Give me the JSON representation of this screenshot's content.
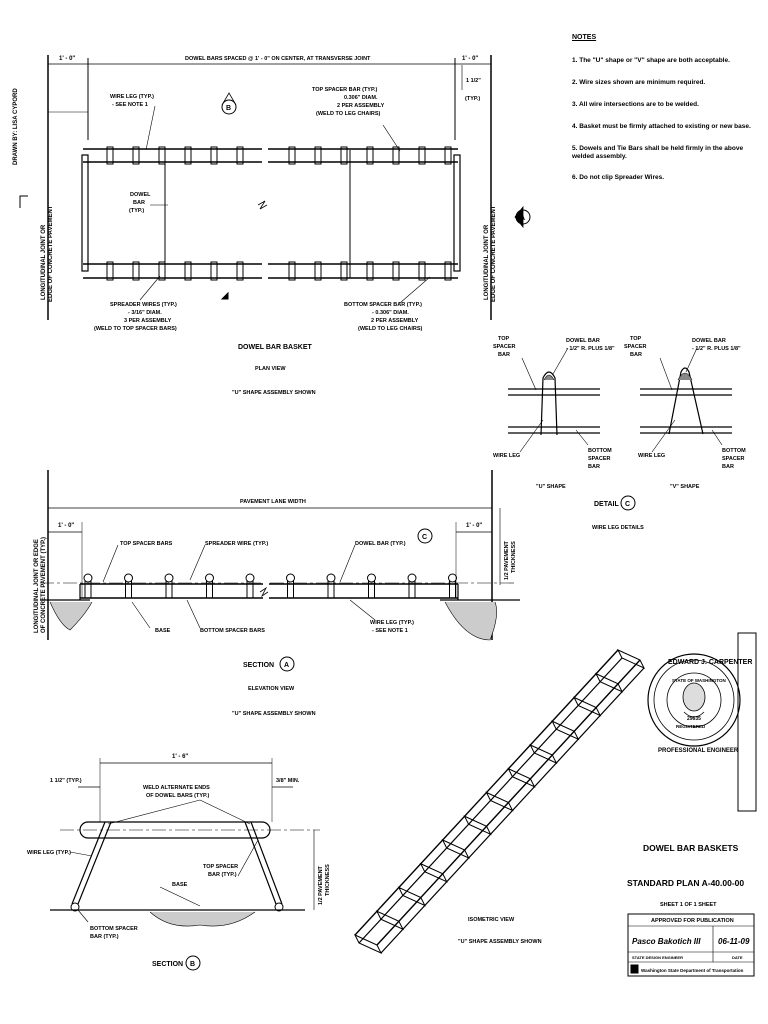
{
  "side_note": "DRAWN BY: LISA CYPORD",
  "notes": {
    "title": "NOTES",
    "items": [
      "1.  The \"U\" shape or \"V\" shape are both acceptable.",
      "2.  Wire sizes shown are minimum required.",
      "3.  All wire intersections are to be welded.",
      "4.  Basket must be firmly attached to existing or new base.",
      "5.  Dowels and Tie Bars shall be held firmly in the above welded assembly.",
      "6.  Do not clip Spreader Wires."
    ]
  },
  "plan": {
    "left_dim": "1' - 0\"",
    "right_dim": "1' - 0\"",
    "spacing": "DOWEL BARS SPACED @ 1' - 0\" ON CENTER, AT TRANSVERSE JOINT",
    "wire_leg": [
      "WIRE LEG (TYP.)",
      "- SEE NOTE 1"
    ],
    "top_spacer": [
      "TOP SPACER BAR (TYP.)",
      "0.306\" DIAM.",
      "2 PER ASSEMBLY",
      "(WELD TO LEG CHAIRS)"
    ],
    "half_in": [
      "1 1/2\"",
      "(TYP.)"
    ],
    "dowel": [
      "DOWEL",
      "BAR",
      "(TYP.)"
    ],
    "left_joint": [
      "LONGITUDINAL JOINT OR",
      "EDGE OF CONCRETE PAVEMENT"
    ],
    "right_joint": [
      "LONGITUDINAL JOINT OR",
      "EDGE OF CONCRETE PAVEMENT"
    ],
    "spreader": [
      "SPREADER WIRES (TYP.)",
      "- 3/16\" DIAM.",
      "3 PER ASSEMBLY",
      "(WELD TO TOP SPACER BARS)"
    ],
    "bottom_spacer": [
      "BOTTOM SPACER BAR (TYP.)",
      "- 0.306\" DIAM.",
      "2 PER ASSEMBLY",
      "(WELD TO LEG CHAIRS)"
    ],
    "title": "DOWEL BAR BASKET",
    "subtitle": "PLAN VIEW",
    "subtitle2": "\"U\" SHAPE ASSEMBLY SHOWN",
    "callout_b": "B",
    "callout_a": "A"
  },
  "detail": {
    "left": {
      "top_spacer": [
        "TOP",
        "SPACER",
        "BAR"
      ],
      "dowel": [
        "DOWEL BAR",
        "- 1/2\" R. PLUS 1/8\""
      ],
      "wire_leg": "WIRE LEG",
      "bottom": [
        "BOTTOM",
        "SPACER",
        "BAR"
      ],
      "shape": "\"U\" SHAPE"
    },
    "right": {
      "top_spacer": [
        "TOP",
        "SPACER",
        "BAR"
      ],
      "dowel": [
        "DOWEL BAR",
        "- 1/2\" R. PLUS 1/8\""
      ],
      "wire_leg": "WIRE LEG",
      "bottom": [
        "BOTTOM",
        "SPACER",
        "BAR"
      ],
      "shape": "\"V\" SHAPE"
    },
    "title": "DETAIL",
    "callout": "C",
    "subtitle": "WIRE LEG DETAILS"
  },
  "section_a": {
    "lane": "PAVEMENT LANE WIDTH",
    "left_dim": "1' - 0\"",
    "right_dim": "1' - 0\"",
    "top_spacer": "TOP SPACER BARS",
    "spreader": "SPREADER WIRE (TYP.)",
    "dowel": "DOWEL BAR (TYP.)",
    "thickness": [
      "1/2 PAVEMENT",
      "THICKNESS"
    ],
    "left_joint": [
      "LONGITUDINAL JOINT OR EDGE",
      "OF CONCRETE PAVEMENT (TYP.)"
    ],
    "base": "BASE",
    "bottom_spacer": "BOTTOM SPACER BARS",
    "wire_leg": [
      "WIRE LEG (TYP.)",
      "- SEE NOTE 1"
    ],
    "title": "SECTION",
    "callout": "A",
    "subtitle": "ELEVATION VIEW",
    "subtitle2": "\"U\" SHAPE ASSEMBLY SHOWN",
    "callout_c": "C"
  },
  "section_b": {
    "width": "1' - 6\"",
    "left_dim": "1 1/2\" (TYP.)",
    "right_dim": "3/8\" MIN.",
    "weld": [
      "WELD ALTERNATE ENDS",
      "OF DOWEL BARS (TYP.)"
    ],
    "wire_leg": "WIRE LEG (TYP.)",
    "top_spacer": [
      "TOP SPACER",
      "BAR (TYP.)"
    ],
    "base": "BASE",
    "thickness": [
      "1/2 PAVEMENT",
      "THICKNESS"
    ],
    "bottom_spacer": [
      "BOTTOM SPACER",
      "BAR (TYP.)"
    ],
    "title": "SECTION",
    "callout": "B"
  },
  "isometric": {
    "title": "ISOMETRIC VIEW",
    "subtitle": "\"U\" SHAPE ASSEMBLY SHOWN"
  },
  "seal": {
    "name": "EDWARD J. CARPENTER",
    "state": "STATE OF WASHINGTON",
    "number": "29635",
    "registered": "REGISTERED",
    "profession": "PROFESSIONAL ENGINEER"
  },
  "title_block": {
    "title": "DOWEL BAR BASKETS",
    "plan": "STANDARD PLAN A-40.00-00",
    "sheet": "SHEET 1 OF 1 SHEET",
    "approved": "APPROVED FOR PUBLICATION",
    "signature": "Pasco Bakotich III",
    "date": "06-11-09",
    "role": "STATE DESIGN ENGINEER",
    "date_label": "DATE",
    "agency": "Washington State Department of Transportation"
  }
}
